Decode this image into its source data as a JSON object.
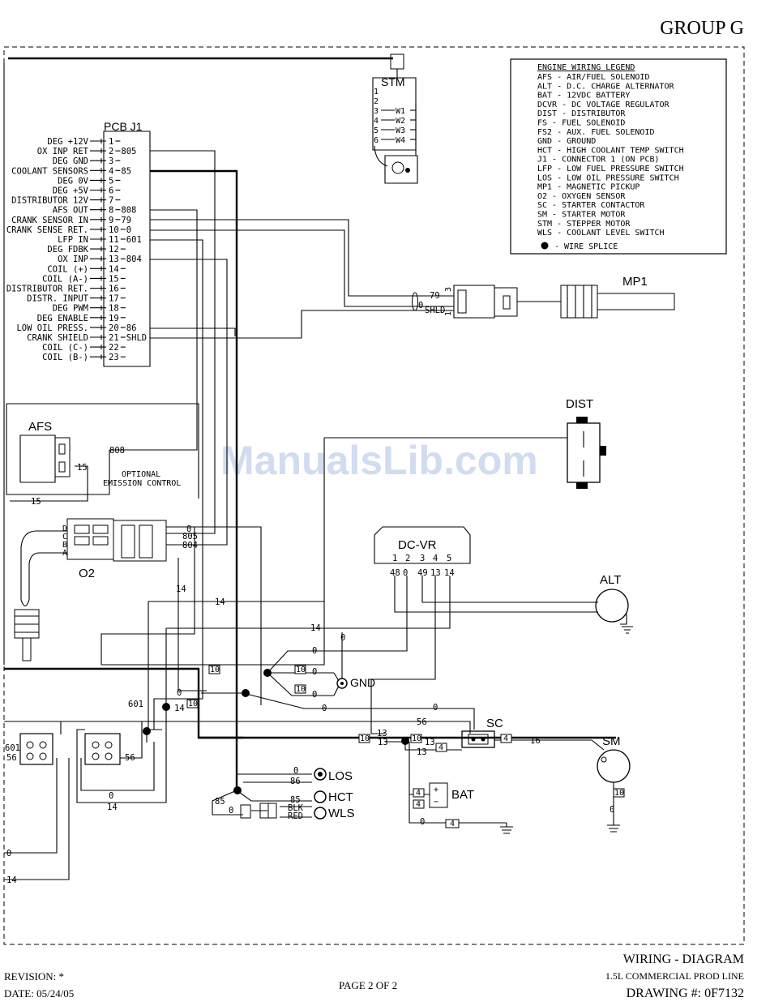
{
  "header": {
    "group": "GROUP G"
  },
  "watermark": "ManualsLib.com",
  "legend": {
    "title": "ENGINE WIRING LEGEND",
    "items": [
      "AFS  - AIR/FUEL SOLENOID",
      "ALT  - D.C. CHARGE ALTERNATOR",
      "BAT  - 12VDC BATTERY",
      "DCVR  - DC VOLTAGE REGULATOR",
      "DIST  - DISTRIBUTOR",
      "FS   - FUEL SOLENOID",
      "FS2   - AUX. FUEL SOLENOID",
      "GND  - GROUND",
      "HCT  - HIGH COOLANT TEMP SWITCH",
      "J1 - CONNECTOR 1 (ON PCB)",
      "LFP  - LOW FUEL PRESSURE SWITCH",
      "LOS  - LOW OIL PRESSURE SWITCH",
      "MP1  - MAGNETIC PICKUP",
      "O2   - OXYGEN SENSOR",
      "SC   - STARTER CONTACTOR",
      "SM   - STARTER MOTOR",
      "STM  - STEPPER MOTOR",
      "WLS  - COOLANT LEVEL SWITCH"
    ],
    "splice_label": " - WIRE SPLICE"
  },
  "pcb": {
    "title": "PCB J1",
    "pins": [
      {
        "label": "DEG +12V",
        "num": "1",
        "wire": ""
      },
      {
        "label": "OX INP RET",
        "num": "2",
        "wire": "805"
      },
      {
        "label": "DEG GND",
        "num": "3",
        "wire": ""
      },
      {
        "label": "COOLANT SENSORS",
        "num": "4",
        "wire": "85"
      },
      {
        "label": "DEG 0V",
        "num": "5",
        "wire": ""
      },
      {
        "label": "DEG +5V",
        "num": "6",
        "wire": ""
      },
      {
        "label": "DISTRIBUTOR 12V",
        "num": "7",
        "wire": ""
      },
      {
        "label": "AFS OUT",
        "num": "8",
        "wire": "808"
      },
      {
        "label": "CRANK SENSOR IN",
        "num": "9",
        "wire": "79"
      },
      {
        "label": "CRANK SENSE RET.",
        "num": "10",
        "wire": "0"
      },
      {
        "label": "LFP IN",
        "num": "11",
        "wire": "601"
      },
      {
        "label": "DEG FDBK",
        "num": "12",
        "wire": ""
      },
      {
        "label": "OX INP",
        "num": "13",
        "wire": "804"
      },
      {
        "label": "COIL (+)",
        "num": "14",
        "wire": ""
      },
      {
        "label": "COIL (A-)",
        "num": "15",
        "wire": ""
      },
      {
        "label": "DISTRIBUTOR RET.",
        "num": "16",
        "wire": ""
      },
      {
        "label": "DISTR. INPUT",
        "num": "17",
        "wire": ""
      },
      {
        "label": "DEG PWM",
        "num": "18",
        "wire": ""
      },
      {
        "label": "DEG ENABLE",
        "num": "19",
        "wire": ""
      },
      {
        "label": "LOW OIL PRESS.",
        "num": "20",
        "wire": "86"
      },
      {
        "label": "CRANK SHIELD",
        "num": "21",
        "wire": "SHLD"
      },
      {
        "label": "COIL (C-)",
        "num": "22",
        "wire": ""
      },
      {
        "label": "COIL (B-)",
        "num": "23",
        "wire": ""
      }
    ]
  },
  "stm": {
    "title": "STM",
    "pins": [
      "1",
      "2",
      "3",
      "4",
      "5",
      "6"
    ],
    "wires": [
      "W1",
      "W2",
      "W3",
      "W4"
    ]
  },
  "components": {
    "mp1": "MP1",
    "dist": "DIST",
    "afs": "AFS",
    "o2": "O2",
    "dcvr": "DC-VR",
    "alt": "ALT",
    "gnd": "GND",
    "sc": "SC",
    "sm": "SM",
    "bat": "BAT",
    "los": "LOS",
    "hct": "HCT",
    "wls": "WLS",
    "optional_1": "OPTIONAL",
    "optional_2": "EMISSION CONTROL",
    "dcvr_pins": [
      "1",
      "2",
      "3",
      "4",
      "5"
    ],
    "dcvr_wires": [
      "48",
      "0",
      "49",
      "13",
      "14"
    ],
    "o2_pins": [
      "D",
      "C",
      "B",
      "A"
    ],
    "mp1_pins": [
      "3",
      "1"
    ]
  },
  "wire_labels": {
    "w79": "79",
    "w0": "0",
    "shld": "SHLD",
    "w808": "808",
    "w15": "15",
    "w805": "805",
    "w804": "804",
    "w14": "14",
    "w601": "601",
    "w56": "56",
    "w13": "13",
    "w16": "16",
    "w10": "10",
    "w4": "4",
    "w86": "86",
    "w85": "85",
    "blk": "BLK",
    "red": "RED",
    "w48": "48",
    "w49": "49"
  },
  "footer": {
    "revision": "REVISION: *",
    "date": "DATE: 05/24/05",
    "page": "PAGE 2 OF 2",
    "title1": "WIRING - DIAGRAM",
    "title2": "1.5L COMMERCIAL PROD LINE",
    "drawing": "DRAWING #: 0F7132"
  }
}
